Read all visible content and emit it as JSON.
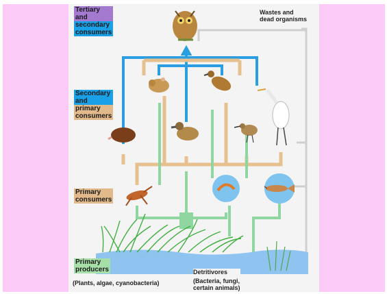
{
  "labels": {
    "tertiary": {
      "line1": "Tertiary",
      "line2": "and",
      "line3": "secondary",
      "line4": "consumers"
    },
    "secondary": {
      "line1": "Secondary",
      "line2": "and",
      "line3": "primary",
      "line4": "consumers"
    },
    "primary_consumers": {
      "line1": "Primary",
      "line2": "consumers"
    },
    "primary_producers": {
      "line1": "Primary",
      "line2": "producers"
    }
  },
  "captions": {
    "wastes": {
      "line1": "Wastes and",
      "line2": "dead organisms"
    },
    "plants": "(Plants, algae, cyanobacteria)",
    "detritivores_title": "Detritivores",
    "detritivores_desc": {
      "line1": "(Bacteria, fungi,",
      "line2": "certain animals)"
    }
  },
  "colors": {
    "background": "#ffffff",
    "side_panels": "#fbcaf7",
    "panel": "#f4f4f4",
    "tertiary_label": "#a47ad0",
    "secondary_label": "#1aa0e6",
    "primary_label": "#e2b98b",
    "producer_label": "#a7dfa9",
    "arrow_blue": "#2a9ee0",
    "arrow_tan": "#e6c08e",
    "arrow_green": "#8fd6a0",
    "arrow_gray": "#c8c8c8"
  },
  "organisms": [
    "owl",
    "mouse",
    "bird",
    "egret",
    "mole",
    "duck",
    "sandpiper",
    "grasshopper",
    "shrimp",
    "fish",
    "grass",
    "water"
  ]
}
